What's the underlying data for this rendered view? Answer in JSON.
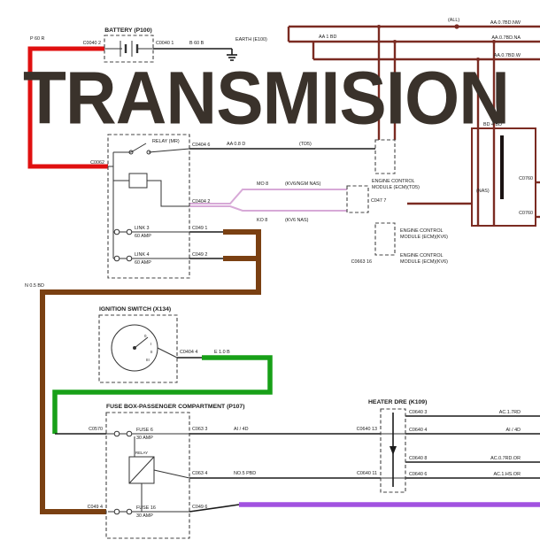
{
  "title": "TRANSMISION",
  "battery": {
    "title": "BATTERY (P100)",
    "wire_pos": "P 60 R",
    "conn_left": "C0040 2",
    "conn_right": "C0040 1",
    "wire_neg": "B 60 B",
    "earth": "EARTH (E100)"
  },
  "bus": {
    "junction_label": "(ALL)",
    "wire_label": "AA 1 BD",
    "right_labels": [
      "AA.0.7BD.NW",
      "AA.0.7BD.NA",
      "AA.0.7BD.W"
    ]
  },
  "relay_box": {
    "relay_label": "RELAY (MR)",
    "conn_in": "C0062",
    "links": [
      {
        "name": "LINK 3",
        "rating": "60 AMP"
      },
      {
        "name": "LINK 4",
        "rating": "60 AMP"
      }
    ],
    "conn_out": [
      "C0404 6",
      "C0404 2",
      "C049 1",
      "C049 2"
    ]
  },
  "ecm": {
    "wire_td5": {
      "label": "AA 0.8 D",
      "note": "(TD5)"
    },
    "wire_kv6a": {
      "label": "MO 8",
      "note": "(KV6/NGM NAS)"
    },
    "wire_kv6b": {
      "label": "KO 8",
      "note": "(KV6 NAS)"
    },
    "conn_b": "C047 7",
    "conn_c": "C0663 16",
    "modules": [
      {
        "l1": "ENGINE CONTROL",
        "l2": "MODULE (ECM)(TD5)"
      },
      {
        "l1": "ENGINE CONTROL",
        "l2": "MODULE (ECM)(KV6)"
      },
      {
        "l1": "ENGINE CONTROL",
        "l2": "MODULE (ECM)(KV6)"
      }
    ]
  },
  "brown_wire_label": "N 0.5 BD",
  "ignition": {
    "title": "IGNITION SWITCH (X134)",
    "conn": "C0404 4",
    "wire": "E 1.0 B",
    "positions": [
      "0",
      "I",
      "II",
      "III"
    ]
  },
  "fuse_box": {
    "title": "FUSE BOX-PASSENGER COMPARTMENT (P107)",
    "fuse6": {
      "name": "FUSE 6",
      "rating": "30 AMP"
    },
    "relay_label": "RELAY",
    "fuse16": {
      "name": "FUSE 16",
      "rating": "30 AMP"
    },
    "conn_left_top": "C0570",
    "conn_left_bottom": "C049 4",
    "conn_right_top": "C063 3",
    "conn_right_mid": "C063 4",
    "conn_right_bottom": "C049 6"
  },
  "mid_wires": {
    "top_label": "AI / 4D",
    "bottom_label": "NO.5 PBD",
    "conn_top": "C0640 13",
    "conn_bottom": "C0640 11"
  },
  "heater": {
    "title": "HEATER DRE (K109)",
    "conn_right": [
      "C0640 3",
      "C0640 4",
      "C0640 8",
      "C0640 6"
    ],
    "wire_labels": [
      "AC.1.7RD",
      "AI / 4D",
      "AC.0.7RD.OR",
      "AC.1.HS.OR"
    ]
  },
  "nas_box": {
    "label": "BD 4 BD",
    "note": "(NAS)",
    "conn_top": "C0760",
    "conn_bottom": "C0760"
  }
}
